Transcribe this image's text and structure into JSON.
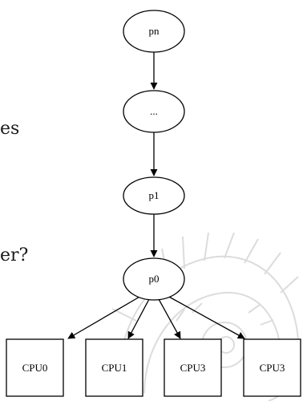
{
  "side_text": [
    "es",
    "er?"
  ],
  "nodes": {
    "pn": "pn",
    "ellipsis": "...",
    "p1": "p1",
    "p0": "p0",
    "cpus": [
      "CPU0",
      "CPU1",
      "CPU3",
      "CPU3"
    ]
  },
  "colors": {
    "stroke": "#000000",
    "watermark": "#d9d9d9"
  }
}
